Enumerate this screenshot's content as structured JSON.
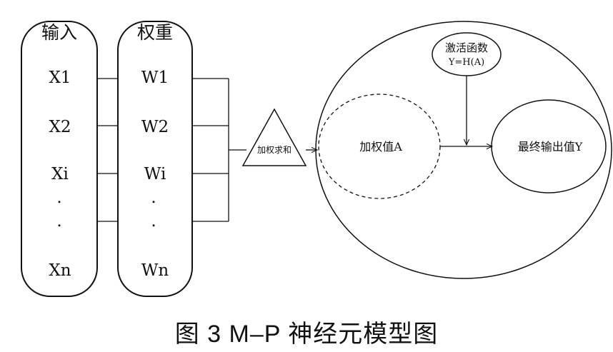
{
  "inputs": {
    "header": "输入",
    "items": [
      "X1",
      "X2",
      "Xi",
      ".",
      ".",
      "Xn"
    ]
  },
  "weights": {
    "header": "权重",
    "items": [
      "W1",
      "W2",
      "Wi",
      ".",
      ".",
      "Wn"
    ]
  },
  "summation": {
    "label": "加权求和"
  },
  "weighted_value": {
    "label": "加权值A"
  },
  "activation": {
    "line1": "激活函数",
    "line2": "Y=H(A)"
  },
  "output": {
    "label": "最终输出值Y"
  },
  "caption": "图 3   M–P 神经元模型图"
}
